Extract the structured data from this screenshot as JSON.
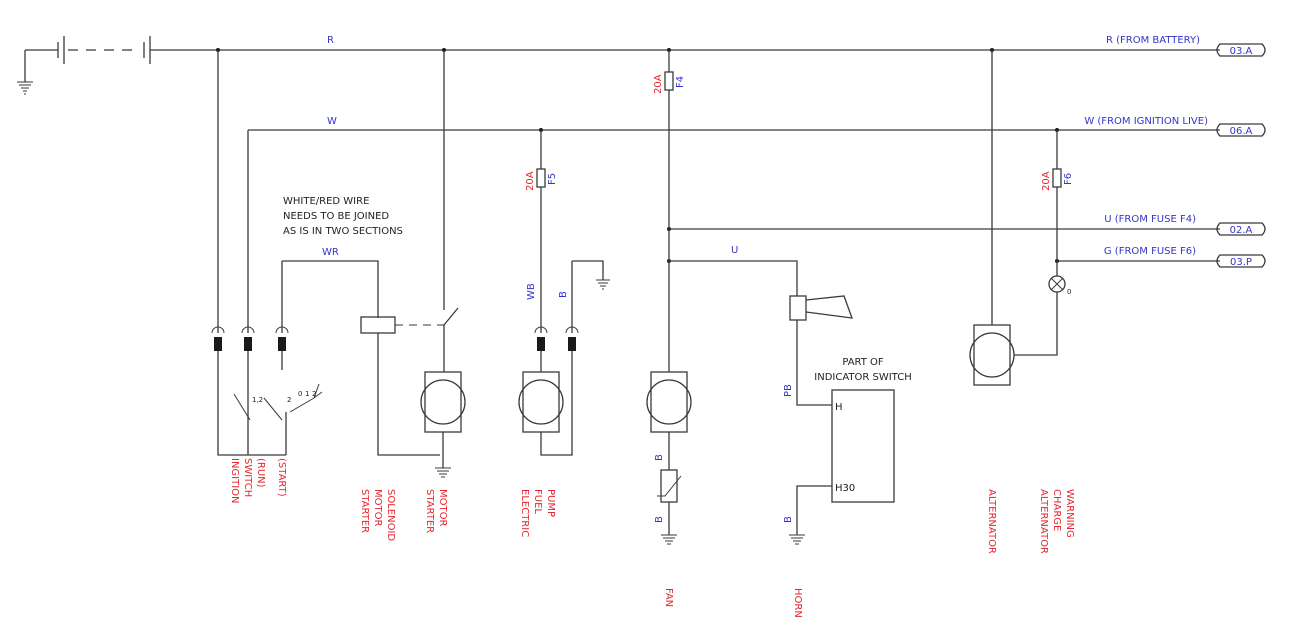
{
  "wire_labels": {
    "r": "R",
    "w": "W",
    "wr": "WR",
    "wb": "WB",
    "b_pump": "B",
    "u": "U",
    "b_fan1": "B",
    "b_fan2": "B",
    "pb": "PB",
    "b_horn": "B"
  },
  "feeds": [
    {
      "label": "R (FROM BATTERY)",
      "ref": "03.A"
    },
    {
      "label": "W (FROM IGNITION LIVE)",
      "ref": "06.A"
    },
    {
      "label": "U (FROM FUSE F4)",
      "ref": "02.A"
    },
    {
      "label": "G (FROM FUSE F6)",
      "ref": "03.P"
    }
  ],
  "fuses": [
    {
      "rating": "20A",
      "id": "F4"
    },
    {
      "rating": "20A",
      "id": "F5"
    },
    {
      "rating": "20A",
      "id": "F6"
    }
  ],
  "note": [
    "WHITE/RED WIRE",
    "NEEDS TO BE JOINED",
    "AS IS IN TWO SECTIONS"
  ],
  "switch_labels": {
    "t12": "1,2",
    "t2": "2",
    "pos0": "0",
    "pos1": "1",
    "pos2": "2"
  },
  "indicator": {
    "title": [
      "PART OF",
      "INDICATOR SWITCH"
    ],
    "h": "H",
    "h30": "H30"
  },
  "lamp_terminal": "0",
  "components": {
    "ignition": [
      "INGITION",
      "SWITCH",
      "(RUN)",
      "(START)"
    ],
    "solenoid": [
      "STARTER",
      "MOTOR",
      "SOLENOID"
    ],
    "starter": [
      "STARTER",
      "MOTOR"
    ],
    "pump": [
      "ELECTRIC",
      "FUEL",
      "PUMP"
    ],
    "fan": [
      "FAN"
    ],
    "horn": [
      "HORN"
    ],
    "alternator": [
      "ALTERNATOR"
    ],
    "warning": [
      "ALTERNATOR",
      "CHARGE",
      "WARNING"
    ]
  }
}
